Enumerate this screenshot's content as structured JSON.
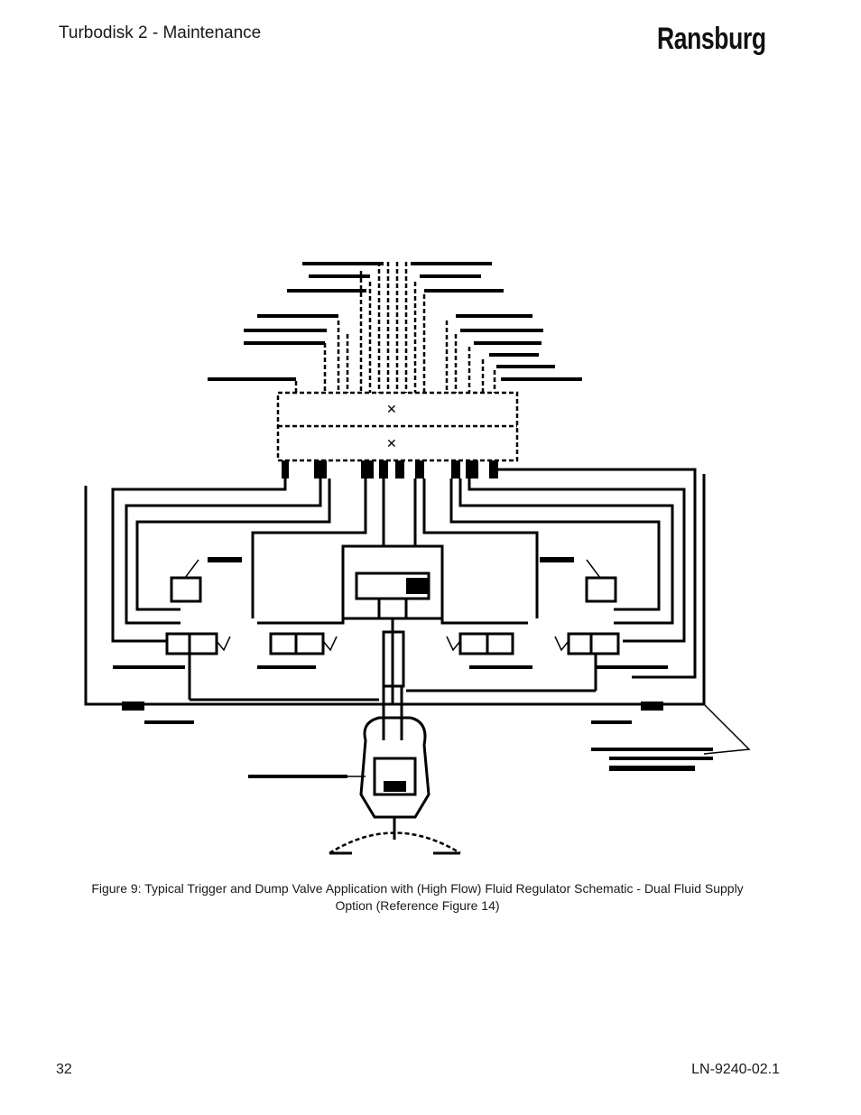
{
  "header": {
    "title": "Turbodisk 2 - Maintenance",
    "brand": "Ransburg"
  },
  "figure": {
    "caption_line1": "Figure 9:  Typical Trigger and Dump Valve Application with (High Flow) Fluid Regulator Schematic - Dual Fluid Supply",
    "caption_line2": "Option (Reference Figure 14)"
  },
  "footer": {
    "page_number": "32",
    "doc_number": "LN-9240-02.1"
  }
}
